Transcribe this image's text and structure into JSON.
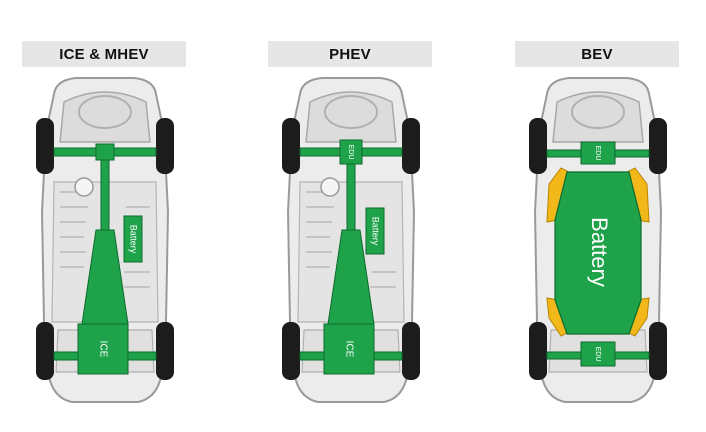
{
  "vehicles": [
    {
      "title": "ICE & MHEV",
      "labels": {
        "battery": "Battery",
        "ice": "ICE"
      }
    },
    {
      "title": "PHEV",
      "labels": {
        "edu": "EDU",
        "battery": "Battery",
        "ice": "ICE"
      }
    },
    {
      "title": "BEV",
      "labels": {
        "edu_front": "EDU",
        "battery": "Battery",
        "edu_rear": "EDU"
      }
    }
  ],
  "colors": {
    "component_green": "#1fa34a",
    "component_outline": "#0d6b2c",
    "crash_zone_yellow": "#f2b81a",
    "body_gray": "#cfcfcf",
    "tire_black": "#1c1c1c"
  }
}
